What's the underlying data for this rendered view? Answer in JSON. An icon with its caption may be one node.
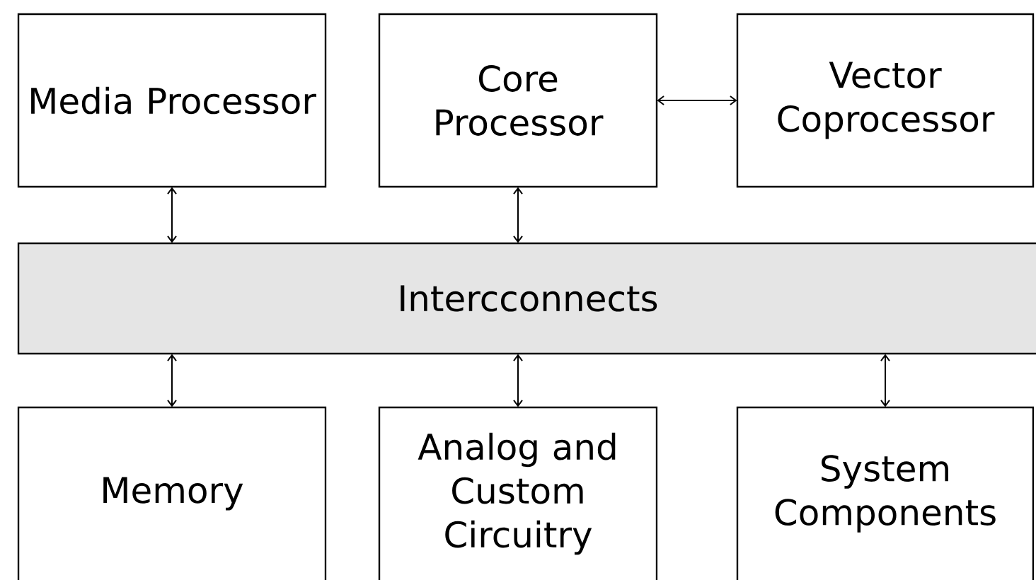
{
  "diagram": {
    "nodes": [
      {
        "text": [
          "Media Processor"
        ]
      },
      {
        "text": [
          "Core Processor"
        ]
      },
      {
        "text": [
          "Vector Coprocessor"
        ]
      },
      {
        "text": [
          "Intercconnects"
        ]
      },
      {
        "text": [
          "Memory"
        ]
      },
      {
        "text": [
          "Analog and Custom Circuitry"
        ]
      },
      {
        "text": [
          "System Components"
        ]
      }
    ],
    "edges": [
      {
        "from": 0,
        "to": 3,
        "arrow": "both"
      },
      {
        "from": 1,
        "to": 3,
        "arrow": "both"
      },
      {
        "from": 1,
        "to": 2,
        "arrow": "both"
      },
      {
        "from": 3,
        "to": 4,
        "arrow": "both"
      },
      {
        "from": 3,
        "to": 5,
        "arrow": "both"
      },
      {
        "from": 3,
        "to": 6,
        "arrow": "both"
      }
    ]
  }
}
